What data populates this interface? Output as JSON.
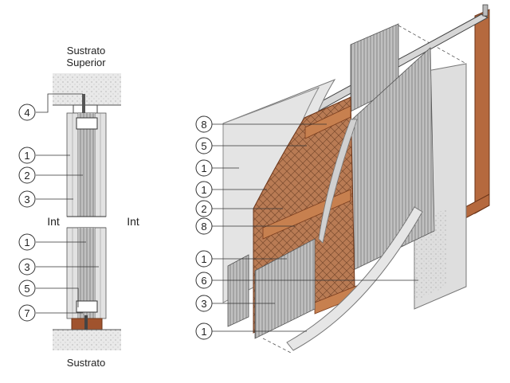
{
  "section": {
    "top_substrate": [
      "Sustrato",
      "Superior"
    ],
    "bottom_substrate": "Sustrato",
    "left_int": "Int",
    "right_int": "Int",
    "callouts": [
      "4",
      "1",
      "2",
      "3",
      "1",
      "3",
      "5",
      "7"
    ]
  },
  "iso": {
    "callouts": [
      "8",
      "5",
      "1",
      "1",
      "2",
      "8",
      "1",
      "6",
      "3",
      "1"
    ]
  },
  "colors": {
    "board": "#e6e6e6",
    "board_edge": "#9a9a9a",
    "wood": "#b8714a",
    "wood_dark": "#8a4e2f",
    "insulation": "#8c6a4f",
    "steel": "#cfcfcf",
    "line": "#333333"
  }
}
